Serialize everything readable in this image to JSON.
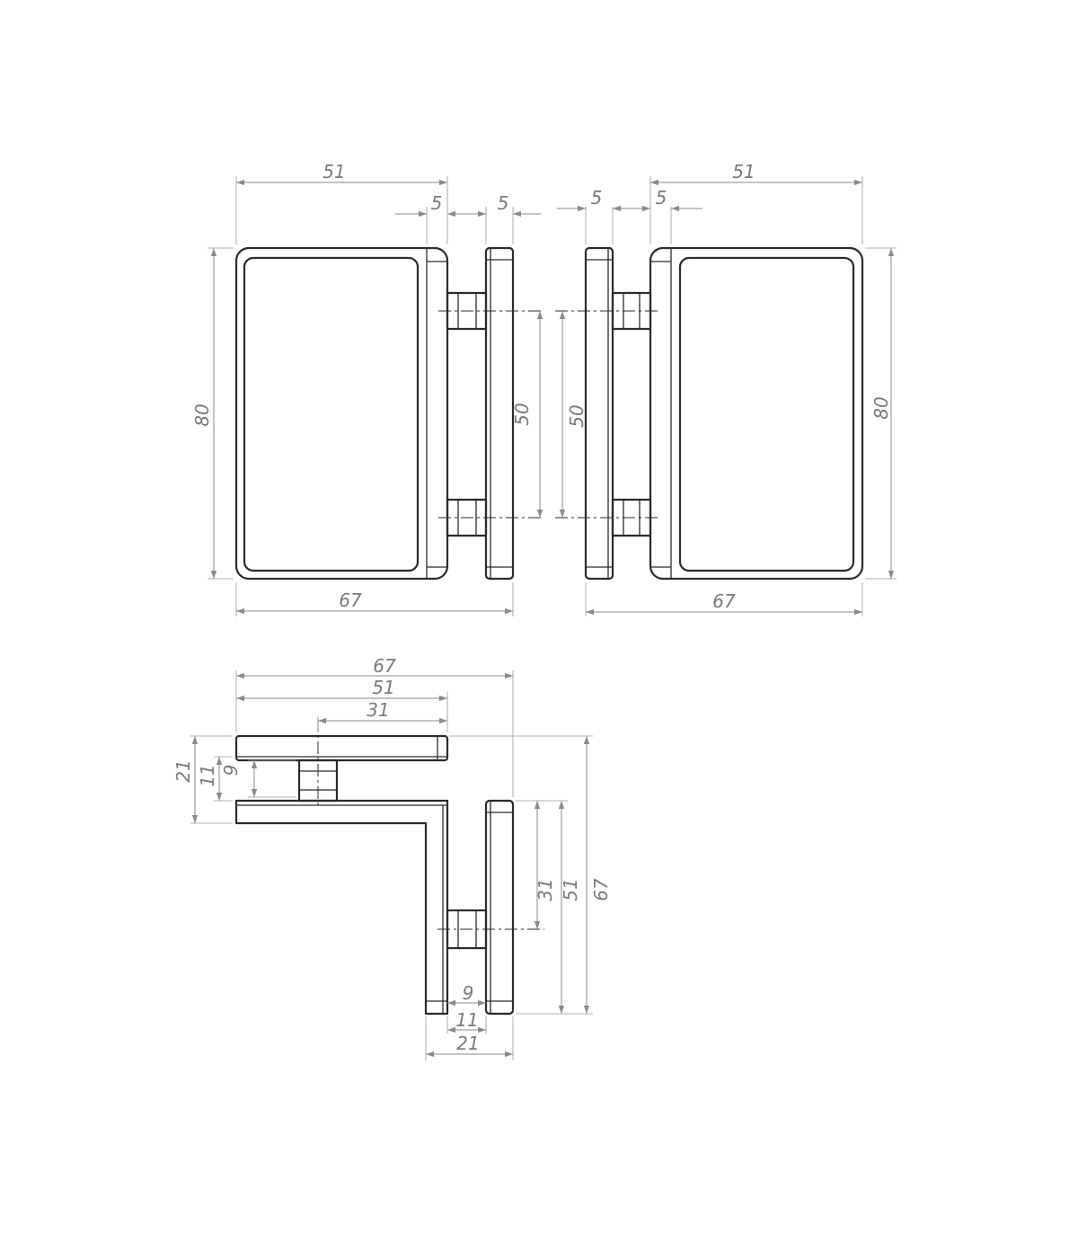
{
  "colors": {
    "background": "#ffffff",
    "part_outline": "#2b2b2b",
    "dimension_line": "#8a8a8a",
    "dimension_text": "#7a7a7a"
  },
  "views": {
    "front_left": {
      "dimensions": {
        "width": "51",
        "plate_thickness": "5",
        "gap": "5",
        "height": "80",
        "screw_spacing": "50",
        "overall_width": "67"
      }
    },
    "front_right": {
      "dimensions": {
        "width": "51",
        "plate_thickness": "5",
        "gap": "5",
        "height": "80",
        "screw_spacing": "50",
        "overall_width": "67"
      }
    },
    "side": {
      "dimensions": {
        "overall_width": "67",
        "arm_width": "51",
        "screw_offset": "31",
        "overall_height": "21",
        "gap_outer": "11",
        "gap_inner": "9",
        "vertical_screw_offset": "31",
        "vertical_arm": "51",
        "vertical_overall": "67",
        "bottom_inner": "9",
        "bottom_gap": "11",
        "bottom_overall": "21"
      }
    }
  }
}
